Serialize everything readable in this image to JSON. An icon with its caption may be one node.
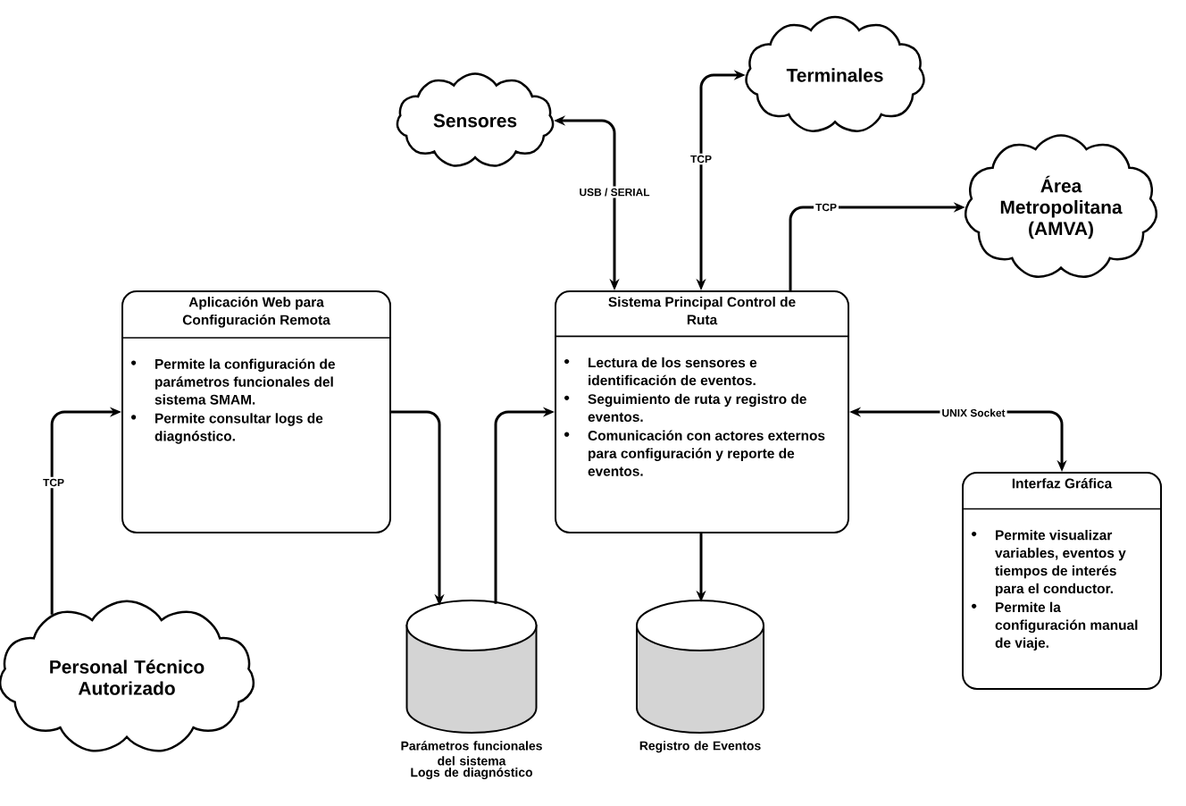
{
  "diagram": {
    "nodes": [
      {
        "text": [
          "Sensores"
        ]
      },
      {
        "text": [
          "Terminales"
        ]
      },
      {
        "text": [
          "Área Metropolitana (AMVA)"
        ]
      },
      {
        "text": [
          "Aplicación Web para Configuración Remota",
          "Permite la configuración de parámetros funcionales del sistema SMAM.",
          "Permite consultar logs de diagnóstico."
        ]
      },
      {
        "text": [
          "Sistema Principal Control de Ruta",
          "Lectura de los sensores e identificación de eventos.",
          "Seguimiento de ruta y registro de eventos.",
          "Comunicación con actores externos para configuración y reporte de eventos."
        ]
      },
      {
        "text": [
          "Interfaz Gráfica",
          "Permite visualizar variables, eventos y tiempos de interés para el conductor.",
          "Permite la configuración manual de viaje."
        ]
      },
      {
        "text": [
          "Personal Técnico Autorizado"
        ]
      },
      {
        "text": [],
        "shape": "cylinder",
        "beside": [
          "Parámetros funcionales del sistema",
          "Logs de diagnóstico"
        ]
      },
      {
        "text": [],
        "shape": "cylinder",
        "beside": [
          "Registro de Eventos"
        ]
      }
    ],
    "edges": [
      {
        "from": 4,
        "to": 0,
        "arrow": "both",
        "label": "USB / SERIAL"
      },
      {
        "from": 4,
        "to": 1,
        "arrow": "both",
        "label": "TCP"
      },
      {
        "from": 4,
        "to": 2,
        "arrow": "to",
        "label": "TCP"
      },
      {
        "from": 6,
        "to": 3,
        "arrow": "to",
        "label": "TCP"
      },
      {
        "from": 3,
        "to": 7,
        "arrow": "to"
      },
      {
        "from": 7,
        "to": 4,
        "arrow": "to"
      },
      {
        "from": 4,
        "to": 8,
        "arrow": "to"
      },
      {
        "from": 4,
        "to": 5,
        "arrow": "both",
        "label": "UNIX Socket"
      }
    ]
  }
}
